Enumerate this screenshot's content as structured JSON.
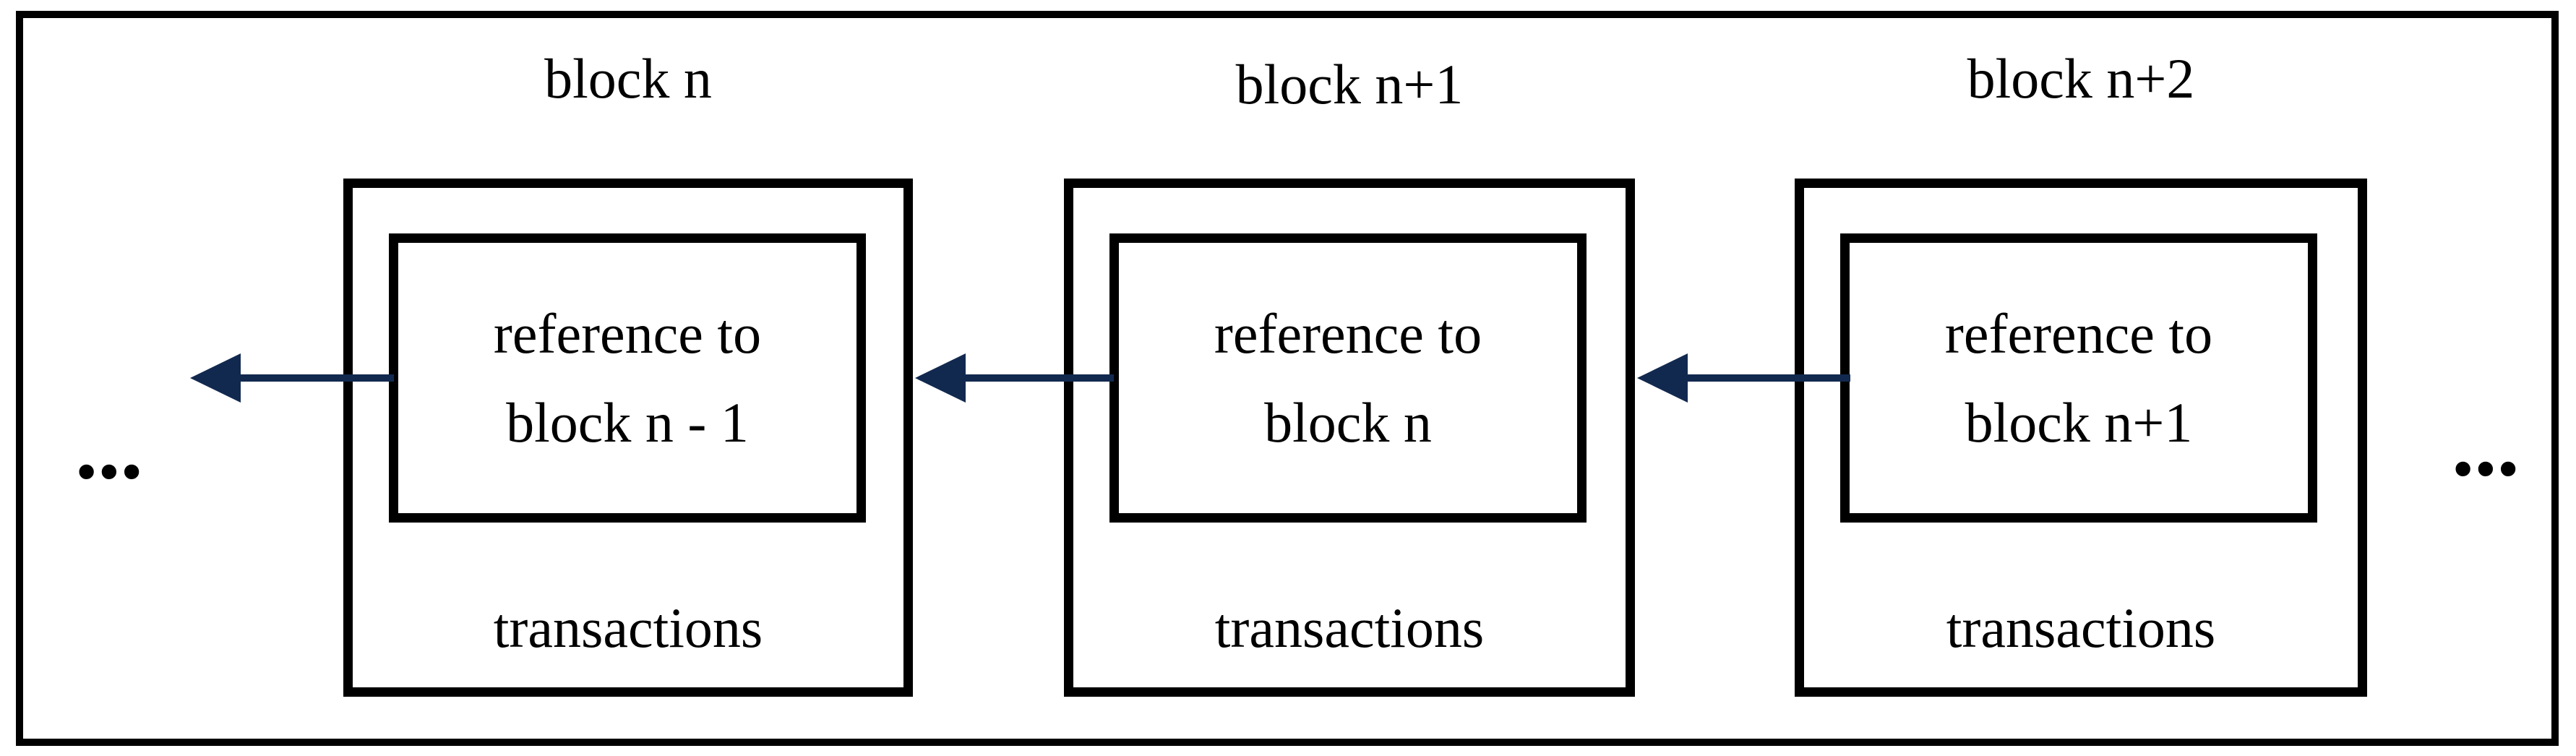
{
  "diagram": {
    "blocks": [
      {
        "title": "block n",
        "ref_line1": "reference to",
        "ref_line2": "block n - 1",
        "footer": "transactions"
      },
      {
        "title": "block n+1",
        "ref_line1": "reference to",
        "ref_line2": "block n",
        "footer": "transactions"
      },
      {
        "title": "block n+2",
        "ref_line1": "reference to",
        "ref_line2": "block n+1",
        "footer": "transactions"
      }
    ],
    "ellipsis_left": "...",
    "ellipsis_right": "..."
  },
  "colors": {
    "arrow": "#12294f",
    "line": "#000000",
    "background": "#ffffff"
  }
}
